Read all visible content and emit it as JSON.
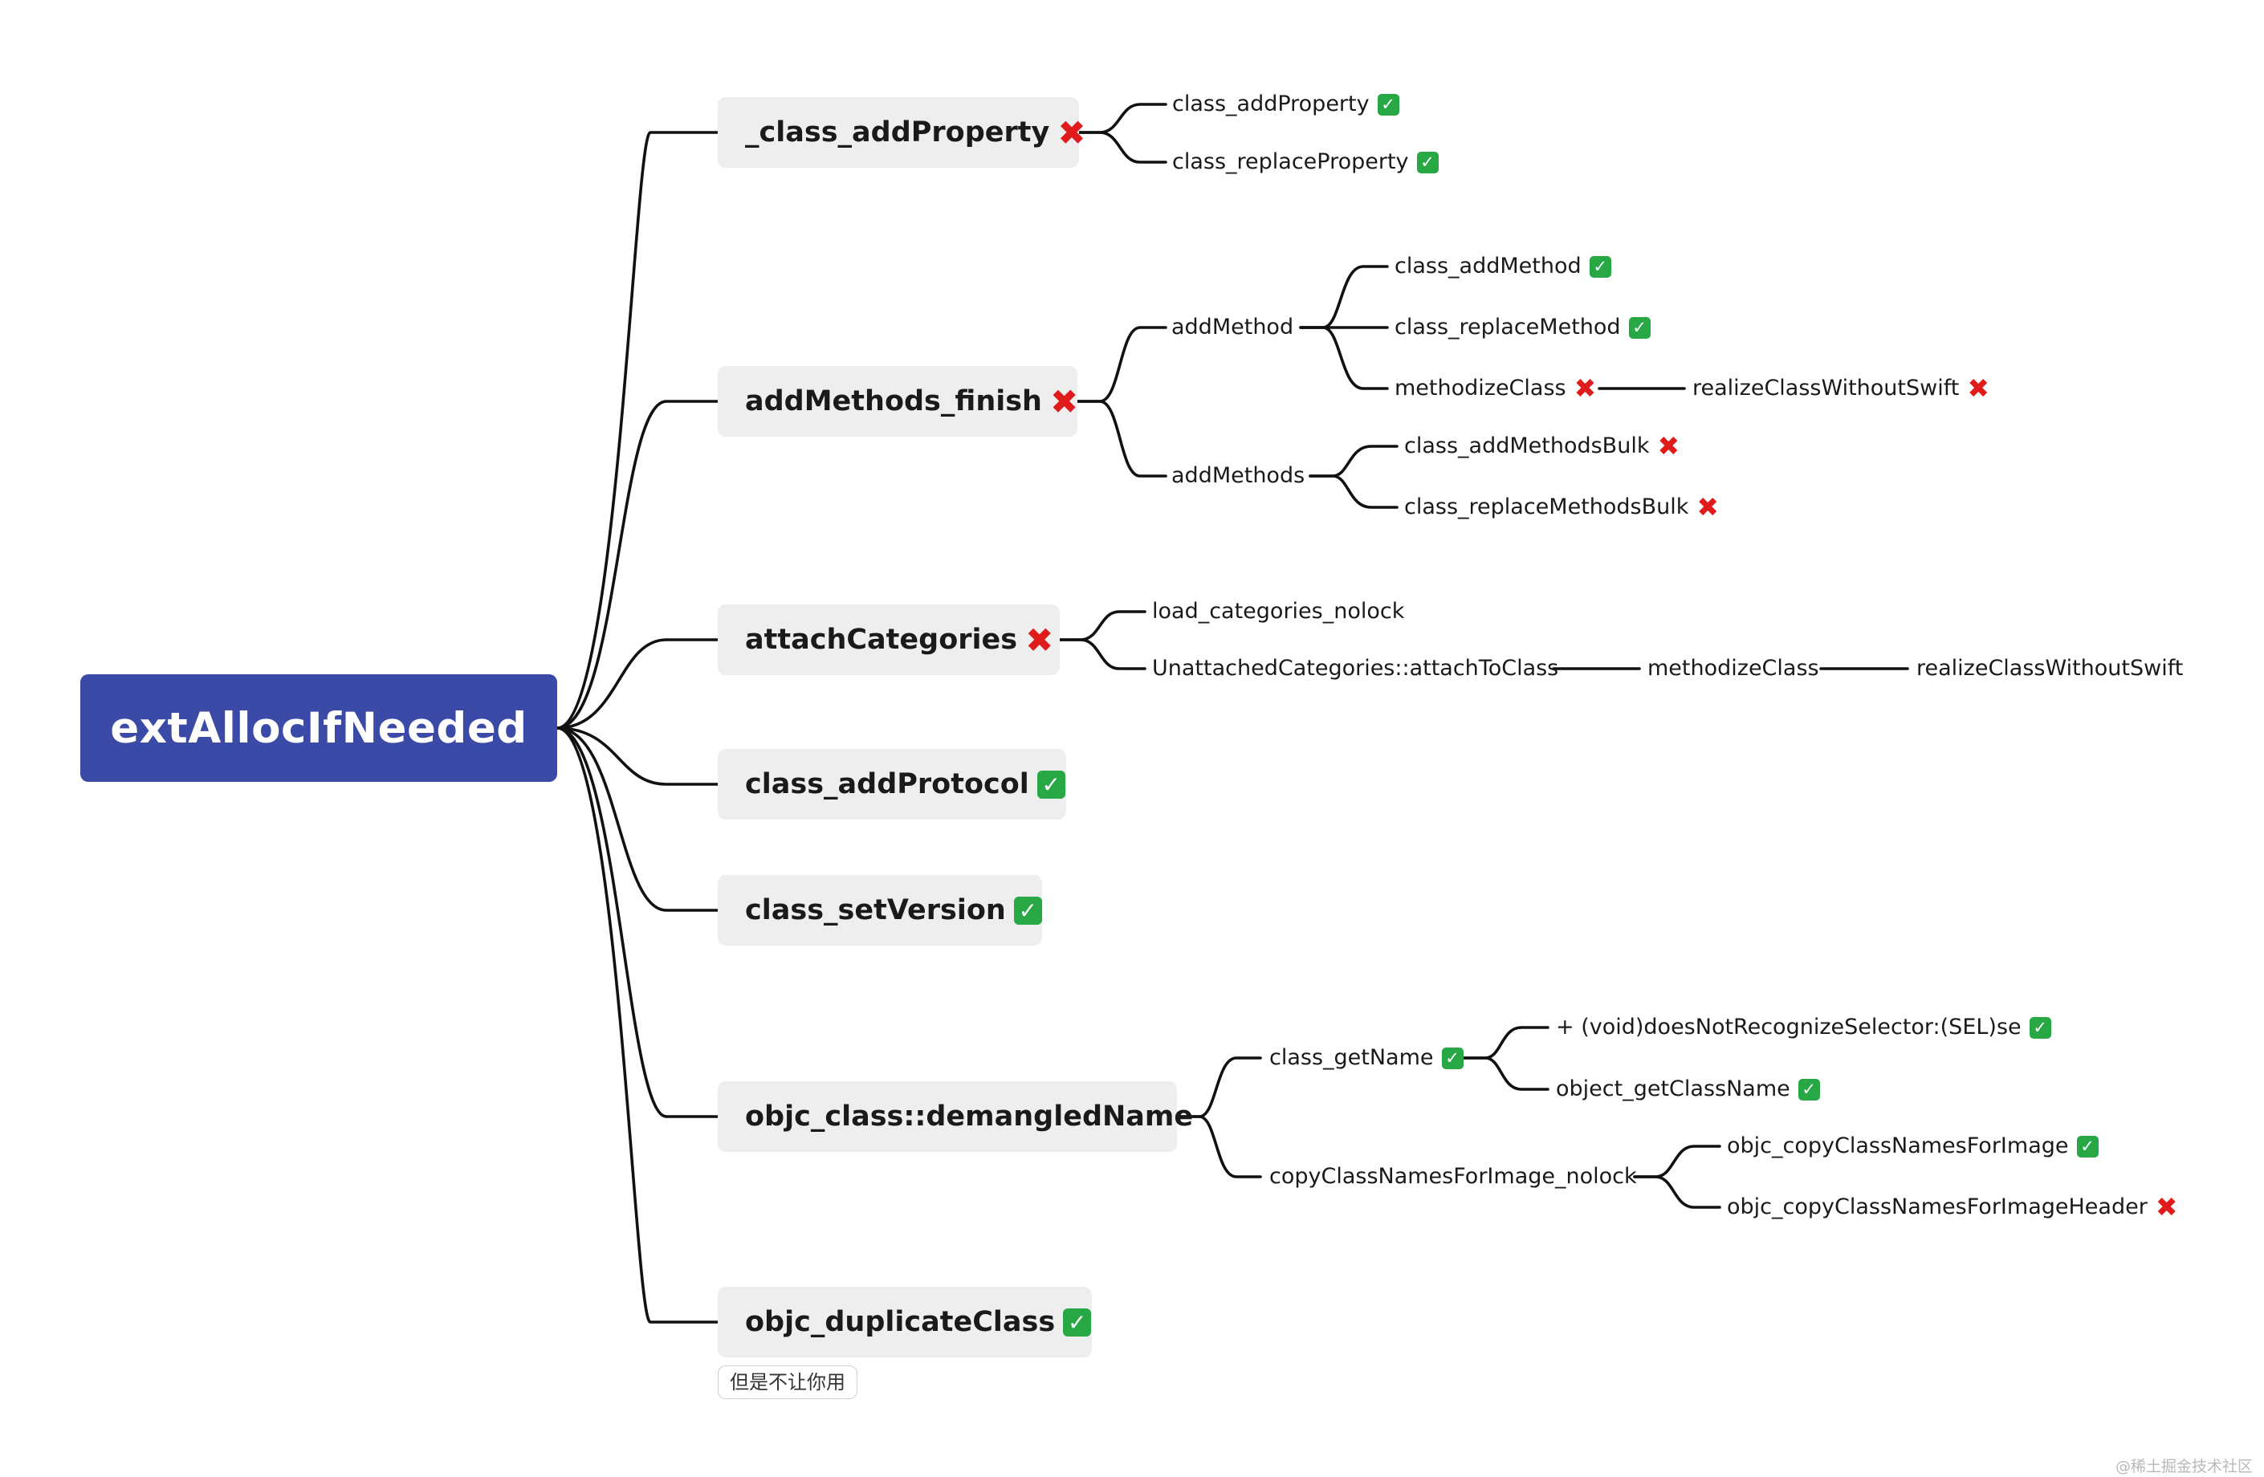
{
  "root": {
    "label": "extAllocIfNeeded"
  },
  "branches": {
    "class_add_property": {
      "label": "_class_addProperty",
      "status": "cross",
      "children": [
        {
          "label": "class_addProperty",
          "status": "check"
        },
        {
          "label": "class_replaceProperty",
          "status": "check"
        }
      ]
    },
    "add_methods_finish": {
      "label": "addMethods_finish",
      "status": "cross",
      "add_method": {
        "label": "addMethod",
        "children": [
          {
            "label": "class_addMethod",
            "status": "check"
          },
          {
            "label": "class_replaceMethod",
            "status": "check"
          },
          {
            "label": "methodizeClass",
            "status": "cross"
          }
        ],
        "chain": {
          "label": "realizeClassWithoutSwift",
          "status": "cross"
        }
      },
      "add_methods": {
        "label": "addMethods",
        "children": [
          {
            "label": "class_addMethodsBulk",
            "status": "cross"
          },
          {
            "label": "class_replaceMethodsBulk",
            "status": "cross"
          }
        ]
      }
    },
    "attach_categories": {
      "label": "attachCategories",
      "status": "cross",
      "load_categories": {
        "label": "load_categories_nolock"
      },
      "attach_to_class": {
        "label": "UnattachedCategories::attachToClass",
        "chain": [
          "methodizeClass",
          "realizeClassWithoutSwift"
        ]
      }
    },
    "class_add_protocol": {
      "label": "class_addProtocol",
      "status": "check"
    },
    "class_set_version": {
      "label": "class_setVersion",
      "status": "check"
    },
    "demangled_name": {
      "label": "objc_class::demangledName",
      "get_name": {
        "label": "class_getName",
        "status": "check",
        "children": [
          {
            "label": "+ (void)doesNotRecognizeSelector:(SEL)se",
            "status": "check"
          },
          {
            "label": "object_getClassName",
            "status": "check"
          }
        ]
      },
      "copy_names": {
        "label": "copyClassNamesForImage_nolock",
        "children": [
          {
            "label": "objc_copyClassNamesForImage",
            "status": "check"
          },
          {
            "label": "objc_copyClassNamesForImageHeader",
            "status": "cross"
          }
        ]
      }
    },
    "duplicate_class": {
      "label": "objc_duplicateClass",
      "status": "check",
      "note": "但是不让你用"
    }
  },
  "icons": {
    "cross": "red-cross-icon",
    "check": "green-check-icon",
    "colors": {
      "cross": "#e01b1b",
      "check": "#27a844",
      "root": "#3a4aa6"
    }
  },
  "watermark": "@稀土掘金技术社区"
}
